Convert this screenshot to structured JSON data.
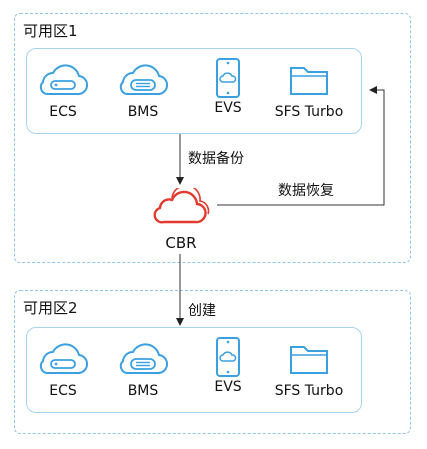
{
  "zone1": {
    "title": "可用区1",
    "services": [
      "ECS",
      "BMS",
      "EVS",
      "SFS Turbo"
    ]
  },
  "zone2": {
    "title": "可用区2",
    "services": [
      "ECS",
      "BMS",
      "EVS",
      "SFS Turbo"
    ]
  },
  "cbr": {
    "label": "CBR"
  },
  "arrows": {
    "backup": "数据备份",
    "restore": "数据恢复",
    "create": "创建"
  },
  "colors": {
    "blue": "#3aa0e0",
    "red": "#e23a2f",
    "zone_border": "#8fc3ea",
    "group_border": "#a7d3ef"
  }
}
